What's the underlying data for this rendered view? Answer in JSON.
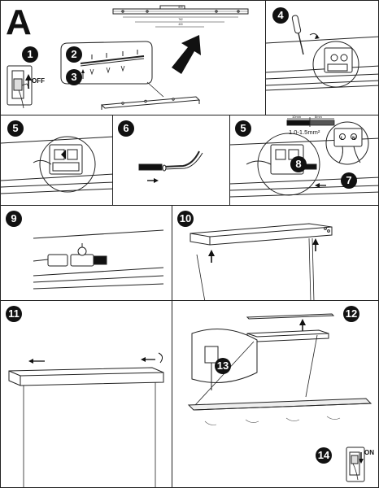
{
  "section_title": "A",
  "steps": [
    "1",
    "2",
    "3",
    "4",
    "5",
    "6",
    "7",
    "8",
    "9",
    "10",
    "11",
    "12",
    "13",
    "14"
  ],
  "switch_off_label": "OFF",
  "switch_on_label": "ON",
  "wire_strip_lengths": {
    "left": "10mm",
    "right": "8mm"
  },
  "wire_cross_section": "1.0-1.5mm²",
  "terminal_labels": [
    "L",
    "N"
  ],
  "drawing_dims": [
    "820",
    "762",
    "400"
  ]
}
